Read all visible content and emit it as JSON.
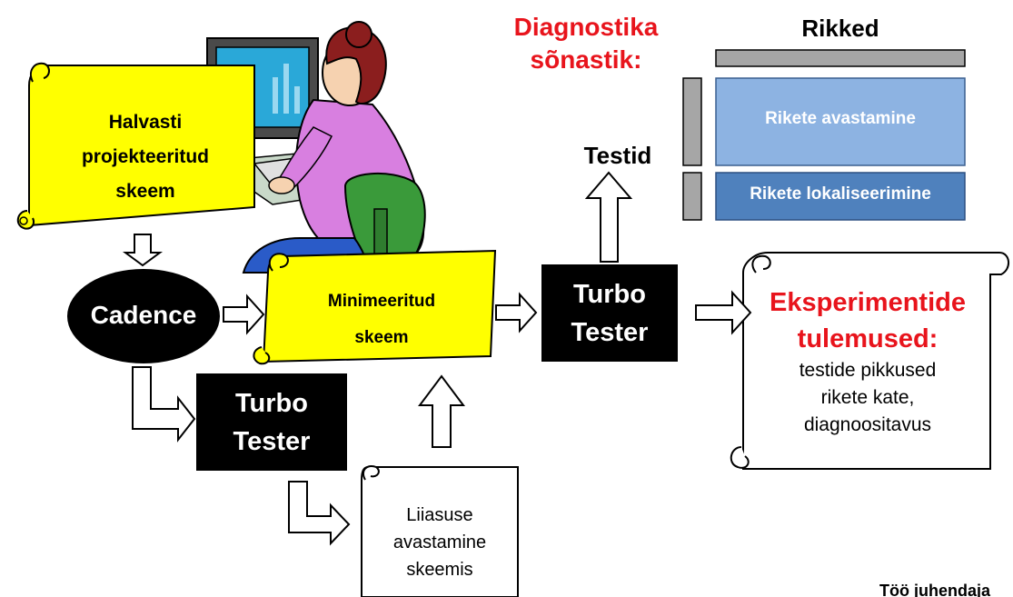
{
  "dictionary": {
    "title_line1": "Diagnostika",
    "title_line2": "sõnastik:",
    "faults_header": "Rikked",
    "tests_label": "Testid",
    "detection": "Rikete avastamine",
    "localization": "Rikete lokaliseerimine"
  },
  "bad_scheme": {
    "line1": "Halvasti",
    "line2": "projekteeritud",
    "line3": "skeem"
  },
  "cadence": "Cadence",
  "min_scheme": {
    "line1": "Minimeeritud",
    "line2": "skeem"
  },
  "turbo_main": {
    "line1": "Turbo",
    "line2": "Tester"
  },
  "turbo_lower": {
    "line1": "Turbo",
    "line2": "Tester"
  },
  "redundancy": {
    "line1": "Liiasuse",
    "line2": "avastamine",
    "line3": "skeemis"
  },
  "results": {
    "title_line1": "Eksperimentide",
    "title_line2": "tulemused:",
    "line1": "testide pikkused",
    "line2": "rikete kate,",
    "line3": "diagnoositavus"
  },
  "footer_partial": "Töö juhendaja",
  "colors": {
    "scroll_yellow": "#ffff00",
    "accent_red": "#e8141c",
    "detection_box": "#8db3e2",
    "localization_box": "#4f81bd",
    "bar_gray": "#a6a6a6",
    "block_black": "#000000"
  },
  "icons": [
    "person-at-computer-icon",
    "scroll-icon",
    "hollow-arrow-icon"
  ]
}
